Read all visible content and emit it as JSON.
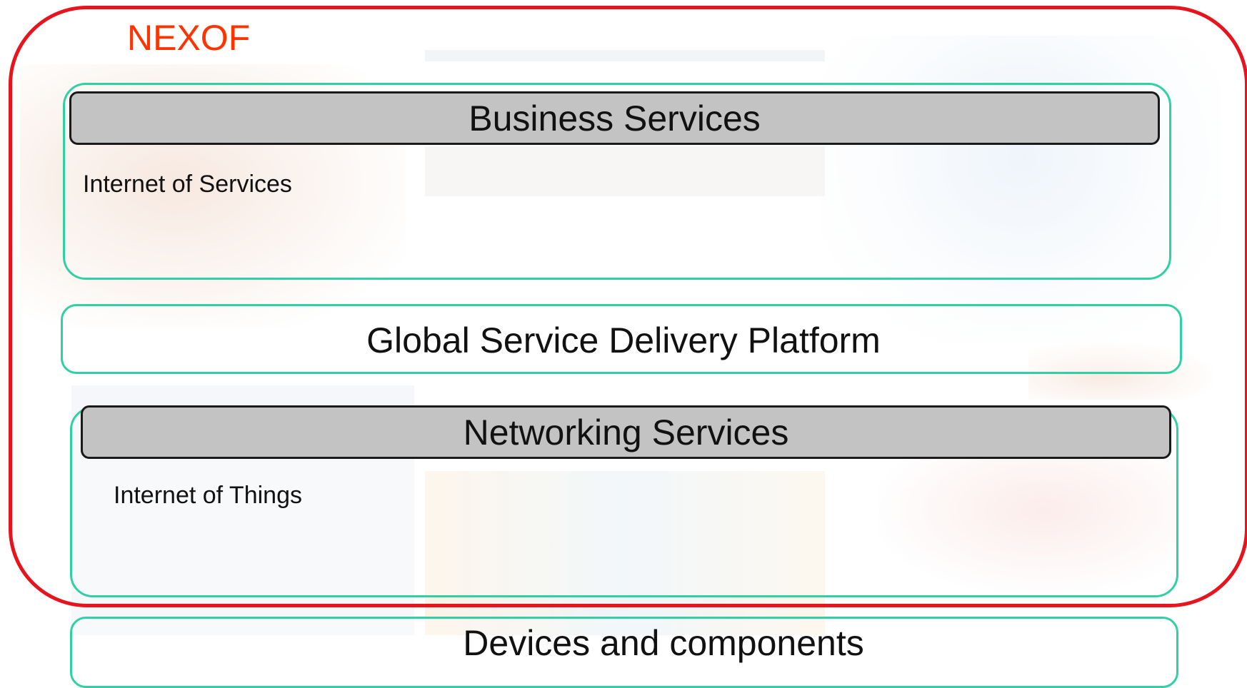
{
  "frame": {
    "title": "NEXOF",
    "border_color": "#e8141d",
    "title_color": "#ff3300"
  },
  "layers": {
    "business": {
      "header": "Business Services",
      "sublabel": "Internet of Services"
    },
    "platform": {
      "title": "Global Service Delivery Platform"
    },
    "networking": {
      "header": "Networking Services",
      "sublabel": "Internet of Things"
    },
    "devices": {
      "title": "Devices and components"
    }
  },
  "colors": {
    "layer_border": "#2fd1a4",
    "header_fill": "#c3c3c3",
    "header_border": "#1a1a1a"
  }
}
